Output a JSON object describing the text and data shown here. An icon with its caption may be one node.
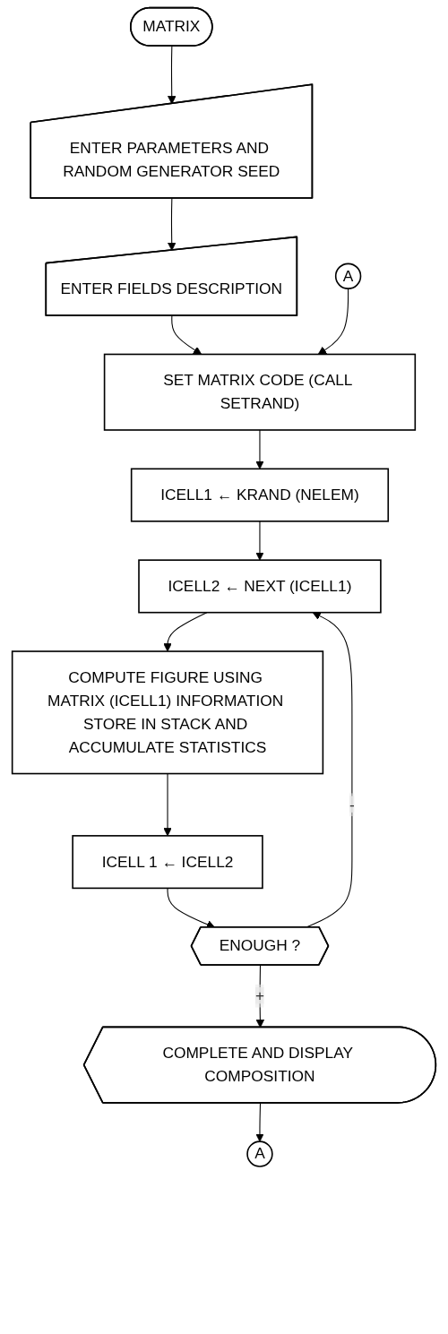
{
  "diagram": {
    "nodes": [
      {
        "text": [
          "MATRIX"
        ]
      },
      {
        "text": [
          "ENTER PARAMETERS AND RANDOM GENERATOR SEED"
        ]
      },
      {
        "text": [
          "ENTER FIELDS DESCRIPTION"
        ]
      },
      {
        "text": [
          "A"
        ]
      },
      {
        "text": [
          "SET MATRIX CODE (CALL SETRAND)"
        ]
      },
      {
        "text": [
          "ICELL1 ← KRAND (NELEM)"
        ]
      },
      {
        "text": [
          "ICELL2 ← NEXT (ICELL1)"
        ]
      },
      {
        "text": [
          "COMPUTE FIGURE USING MATRIX (ICELL1) INFORMATION STORE IN STACK AND ACCUMULATE STATISTICS"
        ]
      },
      {
        "text": [
          "ICELL 1 ← ICELL2"
        ]
      },
      {
        "text": [
          "ENOUGH ?"
        ]
      },
      {
        "text": [
          "COMPLETE AND DISPLAY COMPOSITION"
        ]
      },
      {
        "text": [
          "A"
        ]
      }
    ],
    "edges": [
      {
        "from": 0,
        "to": 1,
        "arrow": "to"
      },
      {
        "from": 1,
        "to": 2,
        "arrow": "to"
      },
      {
        "from": 2,
        "to": 4,
        "arrow": "to"
      },
      {
        "from": 3,
        "to": 4,
        "arrow": "to"
      },
      {
        "from": 4,
        "to": 5,
        "arrow": "to"
      },
      {
        "from": 5,
        "to": 6,
        "arrow": "to"
      },
      {
        "from": 6,
        "to": 7,
        "arrow": "to"
      },
      {
        "from": 7,
        "to": 8,
        "arrow": "to"
      },
      {
        "from": 8,
        "to": 9,
        "arrow": "to"
      },
      {
        "from": 9,
        "to": 6,
        "label": "-",
        "arrow": "to"
      },
      {
        "from": 9,
        "to": 10,
        "label": "+",
        "arrow": "to"
      },
      {
        "from": 10,
        "to": 11,
        "arrow": "to"
      }
    ]
  }
}
